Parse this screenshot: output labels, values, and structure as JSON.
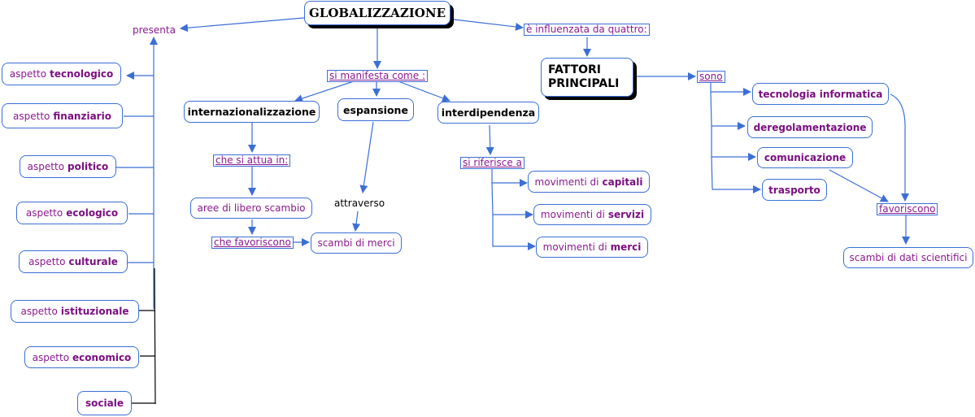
{
  "title": "GLOBALIZZAZIONE",
  "colors": {
    "line": "#3b6fd6",
    "text_purple": "#8b1a8f",
    "text_black": "#000000"
  },
  "nodes": {
    "root": "GLOBALIZZAZIONE",
    "presenta": "presenta",
    "influenzata": "è influenzata da quattro:",
    "fattori": "FATTORI PRINCIPALI",
    "manifesta": "si manifesta come :",
    "internazionalizzazione": "internazionalizzazione",
    "espansione": "espansione",
    "interdipendenza": "interdipendenza",
    "attua": "che si attua in:",
    "aree": "aree di libero scambio",
    "favoriscono1": "che favoriscono",
    "scambi_merci": "scambi di merci",
    "attraverso": "attraverso",
    "riferisce": "si riferisce a",
    "sono": "sono",
    "favoriscono2": "favoriscono",
    "scambi_dati": "scambi di dati scientifici"
  },
  "aspetti": [
    {
      "prefix": "aspetto",
      "bold": "tecnologico"
    },
    {
      "prefix": "aspetto",
      "bold": "finanziario"
    },
    {
      "prefix": "aspetto",
      "bold": "politico"
    },
    {
      "prefix": "aspetto",
      "bold": "ecologico"
    },
    {
      "prefix": "aspetto",
      "bold": "culturale"
    },
    {
      "prefix": "aspetto",
      "bold": "istituzionale"
    },
    {
      "prefix": "aspetto",
      "bold": "economico"
    },
    {
      "prefix": "",
      "bold": "sociale"
    }
  ],
  "movimenti": [
    {
      "prefix": "movimenti di",
      "bold": "capitali"
    },
    {
      "prefix": "movimenti di",
      "bold": "servizi"
    },
    {
      "prefix": "movimenti di",
      "bold": "merci"
    }
  ],
  "fattori_list": [
    "tecnologia informatica",
    "deregolamentazione",
    "comunicazione",
    "trasporto"
  ]
}
